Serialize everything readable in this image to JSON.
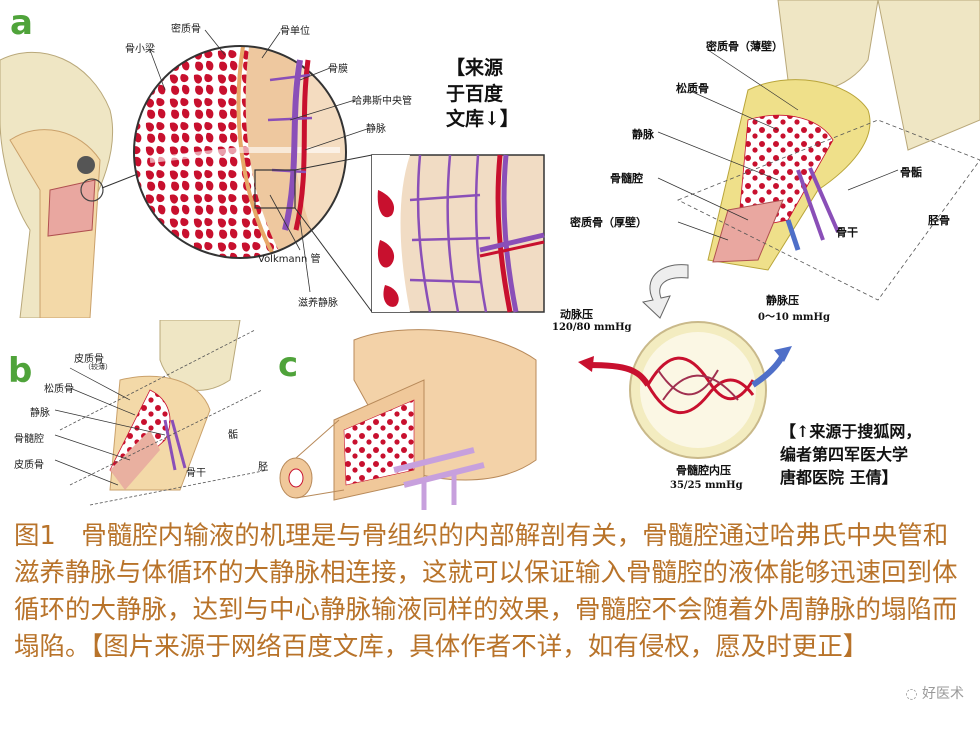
{
  "panel_a": {
    "letter": "a",
    "labels": {
      "dense_bone": "密质骨",
      "trabecula": "骨小梁",
      "osteon": "骨单位",
      "periosteum": "骨膜",
      "haversian": "哈弗斯中央管",
      "vein": "静脉",
      "volkmann": "Volkmann 管",
      "nutrient_vein": "滋养静脉"
    },
    "source_note": [
      "【来源",
      "于百度",
      "文库↓】"
    ]
  },
  "panel_b": {
    "letter": "b",
    "labels": {
      "cortical": "皮质骨",
      "cortical_sub": "（较薄）",
      "cancellous": "松质骨",
      "vein": "静脉",
      "marrow": "骨髓腔",
      "cortical2": "皮质骨",
      "epiphysis": "骺",
      "shaft": "骨干",
      "tibia": "胫"
    }
  },
  "panel_c": {
    "letter": "c"
  },
  "panel_right": {
    "labels": {
      "dense_thin": "密质骨（薄壁）",
      "cancellous": "松质骨",
      "vein": "静脉",
      "marrow": "骨髓腔",
      "dense_thick": "密质骨（厚壁）",
      "epiphysis": "骨骺",
      "shaft": "骨干",
      "tibia": "胫骨",
      "artery_label": "动脉压",
      "artery_value": "120/80 mmHg",
      "venous_label": "静脉压",
      "venous_value": "0～10 mmHg",
      "marrow_pressure_label": "骨髓腔内压",
      "marrow_pressure_value": "35/25 mmHg"
    },
    "source_note": [
      "【↑来源于搜狐网，",
      "编者第四军医大学",
      "唐都医院 王倩】"
    ]
  },
  "caption": {
    "text": "图1　骨髓腔内输液的机理是与骨组织的内部解剖有关，骨髓腔通过哈弗氏中央管和滋养静脉与体循环的大静脉相连接，这就可以保证输入骨髓腔的液体能够迅速回到体循环的大静脉，达到与中心静脉输液同样的效果，骨髓腔不会随着外周静脉的塌陷而塌陷。【图片来源于网络百度文库，具体作者不详，如有侵权，愿及时更正】"
  },
  "watermark": "好医术",
  "colors": {
    "caption_text": "#b8732a",
    "panel_letter": "#4fa33a",
    "bone_red": "#c8102e",
    "bone_beige": "#f0c89a",
    "vein_purple": "#8a4fb8"
  }
}
